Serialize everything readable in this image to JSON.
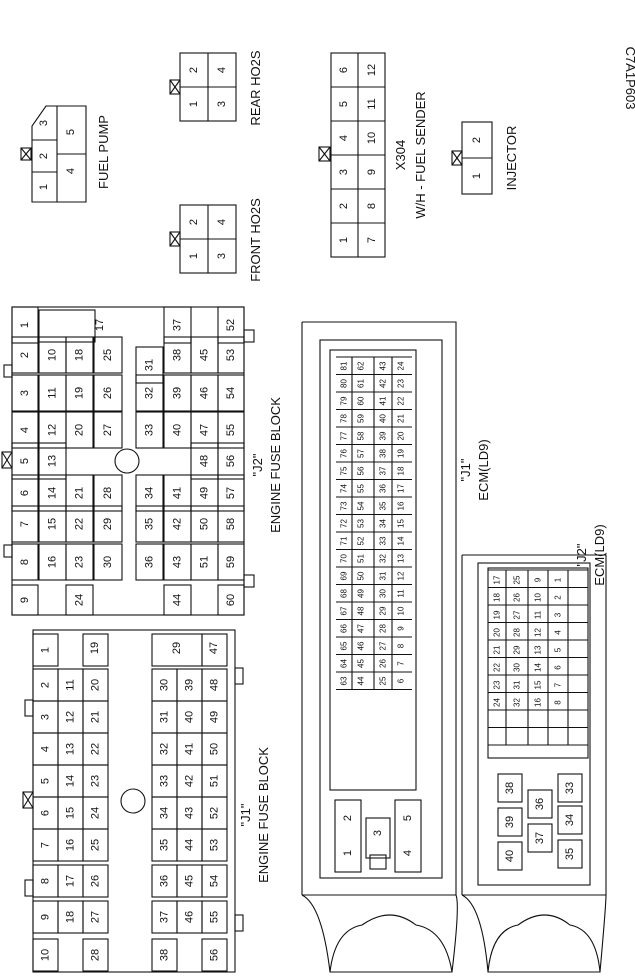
{
  "figure_id": "C7A1P603",
  "connectors": {
    "fuel_pump": {
      "label": "FUEL PUMP",
      "pins": [
        "1",
        "2",
        "3",
        "4",
        "5"
      ]
    },
    "rear_ho2s": {
      "label": "REAR HO2S",
      "pins": [
        "1",
        "2",
        "3",
        "4"
      ]
    },
    "front_ho2s": {
      "label": "FRONT HO2S",
      "pins": [
        "1",
        "2",
        "3",
        "4"
      ]
    },
    "x304": {
      "id": "X304",
      "label": "W/H - FUEL SENDER",
      "pins": [
        "1",
        "2",
        "3",
        "4",
        "5",
        "6",
        "7",
        "8",
        "9",
        "10",
        "11",
        "12"
      ]
    },
    "injector": {
      "label": "INJECTOR",
      "pins": [
        "1",
        "2"
      ]
    },
    "engine_fuse_j2": {
      "tag": "\"J2\"",
      "label": "ENGINE FUSE BLOCK",
      "pin_count": 60
    },
    "engine_fuse_j1": {
      "tag": "\"J1\"",
      "label": "ENGINE FUSE BLOCK",
      "pin_count": 56
    },
    "ecm_j1": {
      "tag": "\"J1\"",
      "label": "ECM(LD9)",
      "pin_count": 81
    },
    "ecm_j2": {
      "tag": "\"J2\"",
      "label": "ECM(LD9)",
      "pin_count": 40
    }
  }
}
